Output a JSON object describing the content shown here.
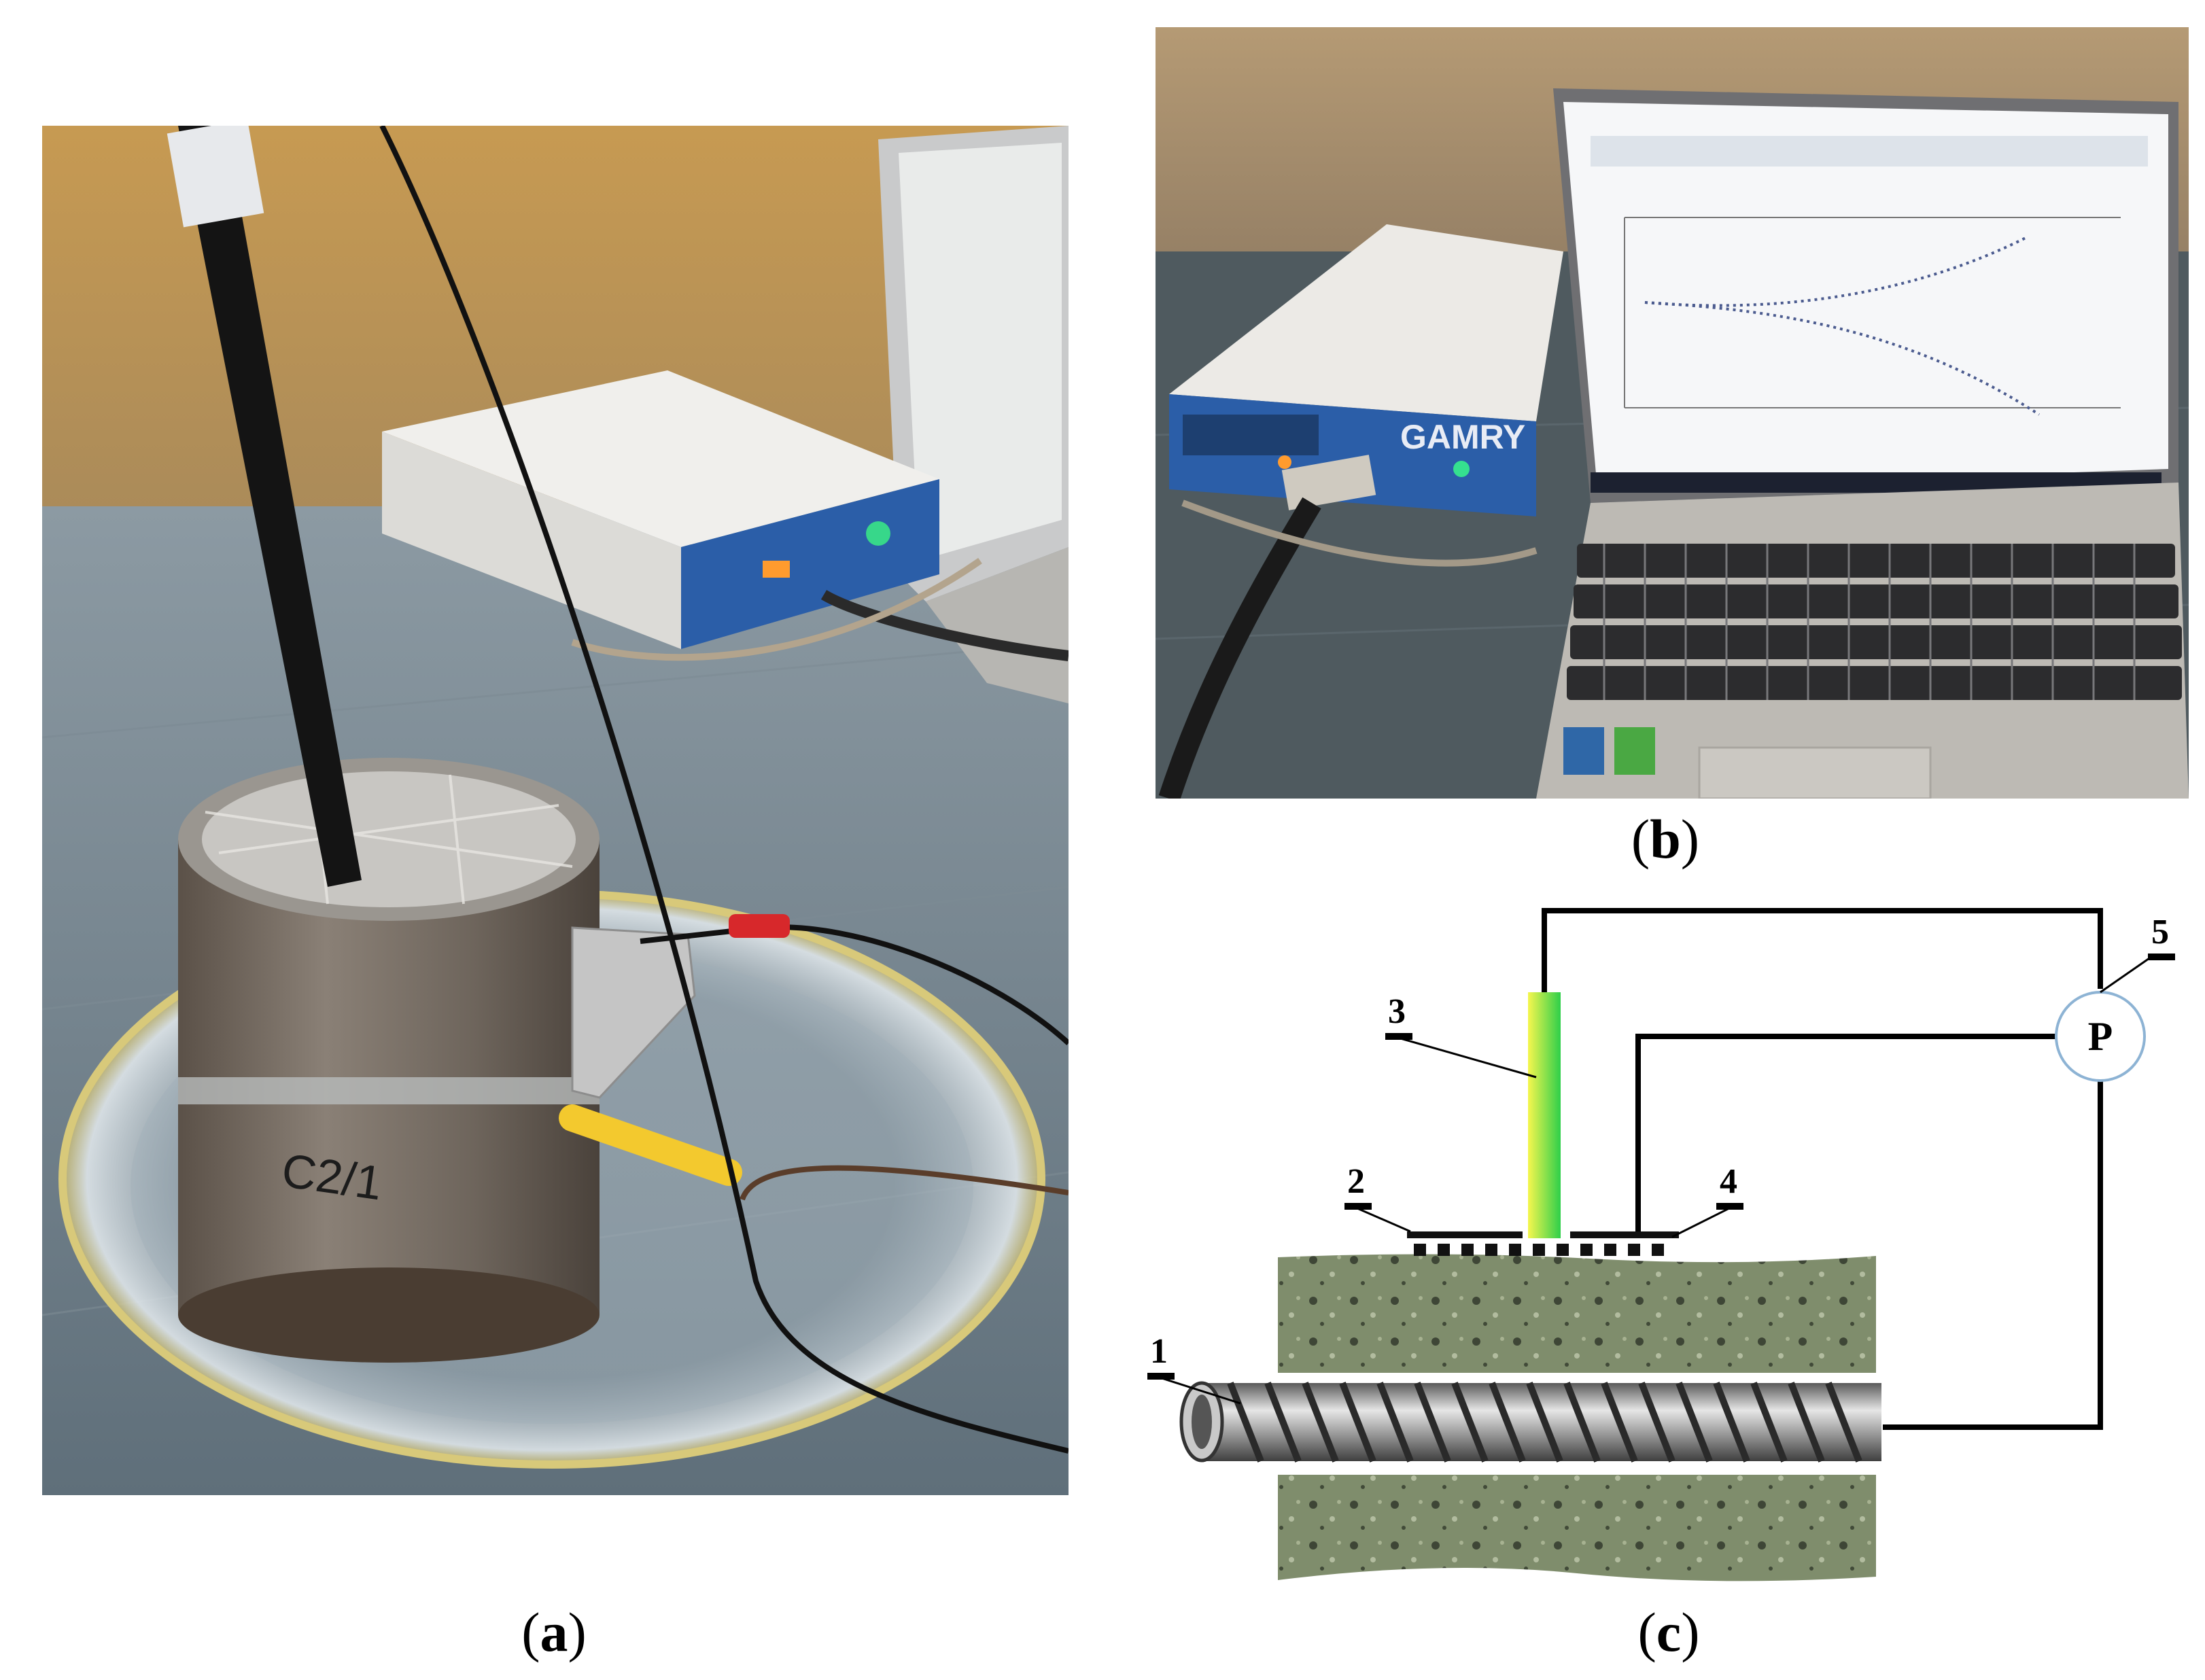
{
  "figure": {
    "panel_a": {
      "caption_letter": "a"
    },
    "panel_b": {
      "caption_letter": "b",
      "device_brand": "GAMRY"
    },
    "panel_c": {
      "caption_letter": "c",
      "callouts": [
        "1",
        "2",
        "3",
        "4",
        "5"
      ],
      "meter_label": "P"
    }
  },
  "sample_label": "C2/1",
  "colors": {
    "device_blue": "#2b5ea8",
    "concrete": "#7f8d6c",
    "electrode_green": "#3fd24a",
    "electrode_yellow": "#f2f24a",
    "wire": "#111111"
  }
}
